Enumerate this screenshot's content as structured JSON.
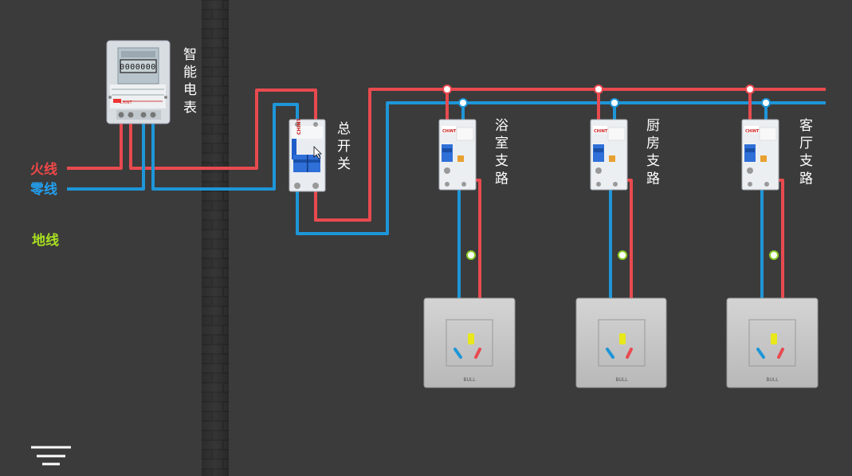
{
  "meter": {
    "label": "智能电表",
    "brand": "CHINT"
  },
  "main_switch": {
    "label": "总开关",
    "brand": "CHINT"
  },
  "wires": {
    "live_label": "火线",
    "neutral_label": "零线",
    "ground_label": "地线"
  },
  "branches": [
    {
      "label": "浴室支路",
      "brand": "CHINT",
      "socket_brand": "BULL"
    },
    {
      "label": "厨房支路",
      "brand": "CHINT",
      "socket_brand": "BULL"
    },
    {
      "label": "客厅支路",
      "brand": "CHINT",
      "socket_brand": "BULL"
    }
  ],
  "colors": {
    "background": "#3b3b3b",
    "live": "#e84a4f",
    "neutral": "#1e96d8",
    "ground_start": "#c8e81a",
    "ground_end": "#2ea83a",
    "live_text": "#f04848",
    "neutral_text": "#22a0f0",
    "ground_text": "#a8e020"
  }
}
